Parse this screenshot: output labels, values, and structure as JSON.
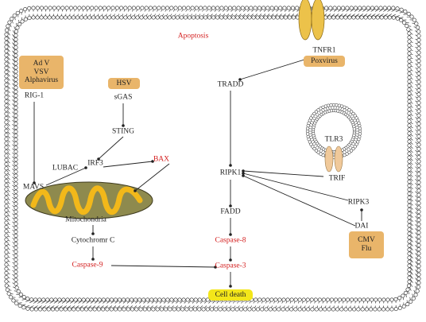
{
  "title": "Apoptosis",
  "virus_boxes": {
    "rig_viruses": [
      "Ad V",
      "VSV",
      "Alphavirus"
    ],
    "hsv": "HSV",
    "poxvirus": "Poxvirus",
    "cmv_flu": [
      "CMV",
      "Flu"
    ]
  },
  "nodes": {
    "rig1": "RIG-1",
    "sgas": "sGAS",
    "sting": "STING",
    "lubac": "LUBAC",
    "irf3": "IRF3",
    "bax": "BAX",
    "mavs": "MAVS",
    "mitochondria": "Mitochondria",
    "cytochrome": "Cytochromr C",
    "caspase9": "Caspase-9",
    "tnfr1": "TNFR1",
    "tradd": "TRADD",
    "tlr3": "TLR3",
    "ripk1": "RIPK1",
    "trif": "TRIF",
    "fadd": "FADD",
    "ripk3": "RIPK3",
    "dai": "DAI",
    "caspase8": "Caspase-8",
    "caspase3": "Caspase-3",
    "cell_death": "Cell death"
  },
  "colors": {
    "membrane_head": "#ffffff",
    "membrane_line": "#222222",
    "virus_box": "#e9b56a",
    "receptor": "#ecc24a",
    "tlr3_receptor": "#f0c99a",
    "mito_outer": "#8e8a4e",
    "mito_inner": "#f2b81a",
    "red_text": "#d42020",
    "cell_death_fill": "#f3e61a"
  }
}
